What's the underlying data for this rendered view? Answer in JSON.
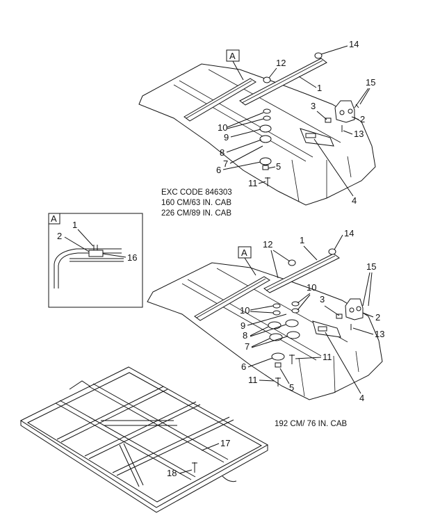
{
  "view_labels": {
    "top": "A",
    "detail": "A",
    "middle": "A"
  },
  "notes": {
    "top": [
      "EXC CODE 846303",
      "160 CM/63 IN. CAB",
      "226 CM/89 IN. CAB"
    ],
    "middle": "192 CM/ 76 IN. CAB"
  },
  "callouts": {
    "top": {
      "c14": "14",
      "c12": "12",
      "c1": "1",
      "c15": "15",
      "c3": "3",
      "c2": "2",
      "c13": "13",
      "c10": "10",
      "c9": "9",
      "c8": "8",
      "c7": "7",
      "c6": "6",
      "c5": "5",
      "c11": "11",
      "c4": "4"
    },
    "detail": {
      "c1": "1",
      "c2": "2",
      "c16": "16"
    },
    "middle": {
      "c14": "14",
      "c12": "12",
      "c1": "1",
      "c15": "15",
      "c10a": "10",
      "c10b": "10",
      "c3": "3",
      "c2": "2",
      "c9": "9",
      "c13": "13",
      "c8": "8",
      "c7": "7",
      "c6": "6",
      "c11a": "11",
      "c11b": "11",
      "c5": "5",
      "c4": "4"
    },
    "bottom": {
      "c17": "17",
      "c18": "18"
    }
  },
  "colors": {
    "ink": "#111111",
    "paper": "#ffffff"
  }
}
